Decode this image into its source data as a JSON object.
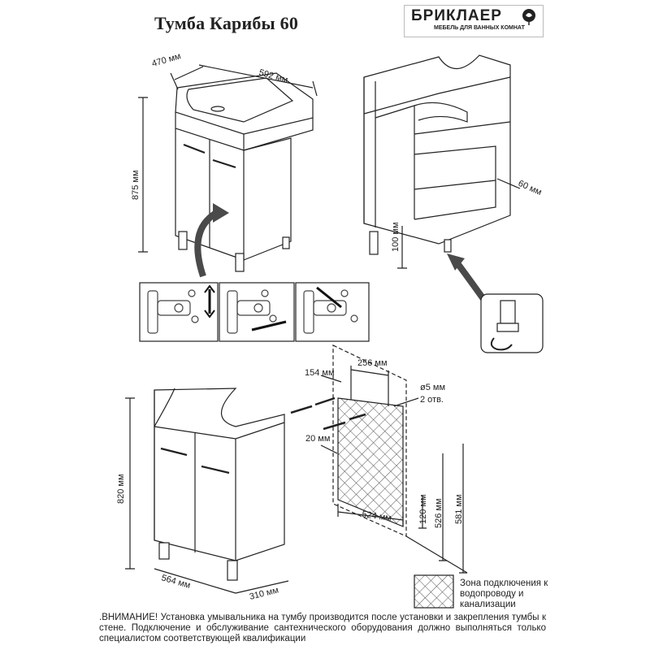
{
  "title": "Тумба Карибы 60",
  "brand": {
    "name": "БРИКЛАЕР",
    "tagline": "МЕБЕЛЬ ДЛЯ ВАННЫХ КОМНАТ"
  },
  "dimensions": {
    "depth_top": "470 мм",
    "width_top": "592 мм",
    "height_total": "875 мм",
    "leg_height": "100 мм",
    "shelf_offset": "60 мм",
    "mount_offset_left": "154 мм",
    "mount_spacing": "256 мм",
    "hole_size": "ø5 мм",
    "hole_count": "2 отв.",
    "zone_offset": "20 мм",
    "zone_width": "524 мм",
    "zone_bottom": "120 мм",
    "zone_height": "526 мм",
    "mount_height": "581 мм",
    "cabinet_height": "820 мм",
    "cabinet_width": "564 мм",
    "cabinet_depth": "310 мм"
  },
  "legend": {
    "text": "Зона подключения к водопроводу и канализации"
  },
  "note": ".ВНИМАНИЕ! Установка умывальника на тумбу производится после установки и закрепления тумбы к стене. Подключение и обслуживание сантехнического оборудования должно выполняться только специалистом соответствующей квалификации",
  "colors": {
    "line": "#222222",
    "arrow": "#4a4a4a",
    "hatch": "#555555"
  }
}
